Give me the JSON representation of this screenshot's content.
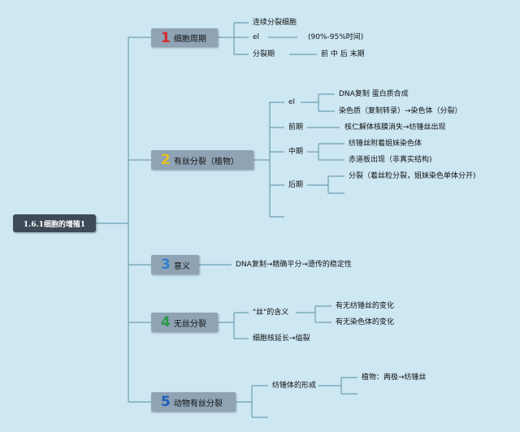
{
  "root": "1.6.1细胞的增殖1",
  "colors": {
    "background": "#cde7f3",
    "line": "#6f9fb1",
    "num1": "#d8282e",
    "num2": "#e5c21c",
    "num3": "#2f7fd0",
    "num4": "#2a9a46",
    "num5": "#1d5fb8"
  },
  "branches": [
    {
      "num": "1",
      "label": "细胞周期"
    },
    {
      "num": "2",
      "label": "有丝分裂（植物）"
    },
    {
      "num": "3",
      "label": "意义"
    },
    {
      "num": "4",
      "label": "无丝分裂"
    },
    {
      "num": "5",
      "label": "动物有丝分裂"
    }
  ],
  "b1": {
    "a": "连续分裂细胞",
    "b": "el",
    "b_note": "(90%-95%时间)",
    "c": "分裂期",
    "c_note": "前 中 后 末期"
  },
  "b2": {
    "el": "el",
    "el_1": "DNA复制 蛋白质合成",
    "el_2": "染色质（复制转录）→染色体（分裂）",
    "pro": "前期",
    "pro_1": "核仁解体核膜消失→纺锤丝出现",
    "meta": "中期",
    "meta_1": "纺锤丝附着姐妹染色体",
    "meta_2": "赤道板出现（非真实结构)",
    "ana": "后期",
    "ana_1": "分裂（着丝粒分裂，姐妹染色单体分开)"
  },
  "b3": {
    "a": "DNA复制→精确平分→遗传的稳定性"
  },
  "b4": {
    "a": "\"丝\"的含义",
    "a_1": "有无纺锤丝的变化",
    "a_2": "有无染色体的变化",
    "b": "细胞核延长→缢裂"
  },
  "b5": {
    "a": "纺锤体的形成",
    "a_1": "植物：两极→纺锤丝"
  }
}
